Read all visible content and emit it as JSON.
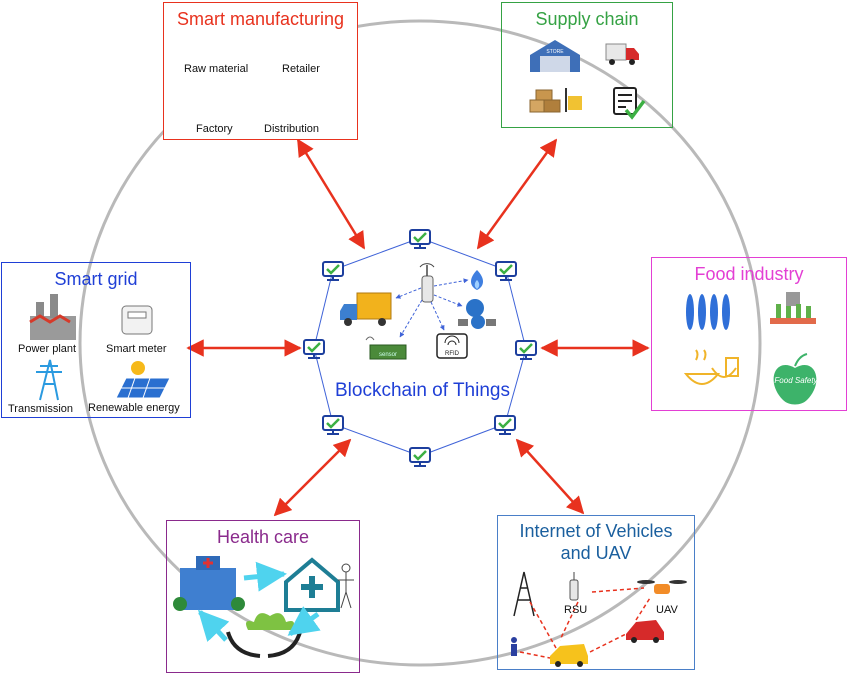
{
  "center": {
    "title": "Blockchain of Things",
    "sensor_label": "sensor",
    "rfid_label": "RFID"
  },
  "colors": {
    "arrow": "#e8321e",
    "ring": "#b9b9b9",
    "network_link": "#3f63d8",
    "manufacturing": "#e8321e",
    "supply": "#35a244",
    "food": "#e33fd4",
    "grid": "#1f3fd6",
    "health": "#8a2a8c",
    "vehicles": "#1a5f9e"
  },
  "domains": {
    "manufacturing": {
      "title": "Smart manufacturing",
      "labels": [
        "Raw material",
        "Retailer",
        "Factory",
        "Distribution"
      ]
    },
    "supply": {
      "title": "Supply chain",
      "warehouse_sign": "STORE"
    },
    "food": {
      "title": "Food industry",
      "badge": "Food Safety"
    },
    "grid": {
      "title": "Smart grid",
      "labels": [
        "Power plant",
        "Smart meter",
        "Transmission",
        "Renewable energy"
      ]
    },
    "health": {
      "title": "Health care"
    },
    "vehicles": {
      "title_line1": "Internet of Vehicles",
      "title_line2": "and UAV",
      "labels": [
        "RSU",
        "UAV"
      ]
    }
  }
}
